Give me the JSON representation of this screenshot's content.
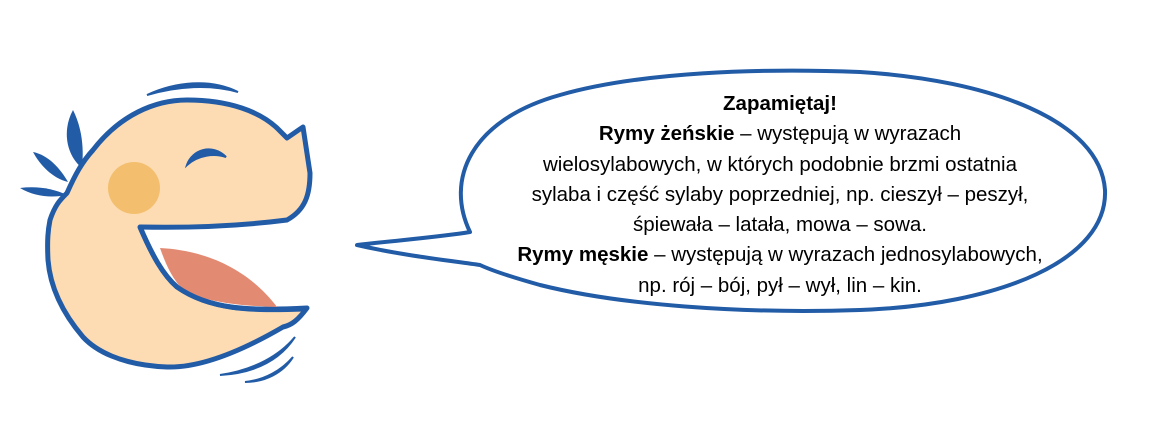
{
  "colors": {
    "outline": "#225ba6",
    "skin": "#fddcb3",
    "cheek": "#f3bf6e",
    "tongue": "#e38a72"
  },
  "illustration": {
    "character": "smiling-mascot-icon",
    "bubble": "speech-bubble"
  },
  "note": {
    "title": "Zapamiętaj!",
    "female": {
      "term": "Rymy żeńskie",
      "line1": " – występują w wyrazach",
      "line2": "wielosylabowych, w których podobnie brzmi ostatnia",
      "line3": "sylaba i część sylaby poprzedniej, np. cieszył – peszył,",
      "line4": "śpiewała – latała, mowa – sowa."
    },
    "male": {
      "term": "Rymy męskie",
      "line1": " – występują w wyrazach jednosylabowych,",
      "line2": "np. rój – bój, pył – wył, lin – kin."
    }
  }
}
